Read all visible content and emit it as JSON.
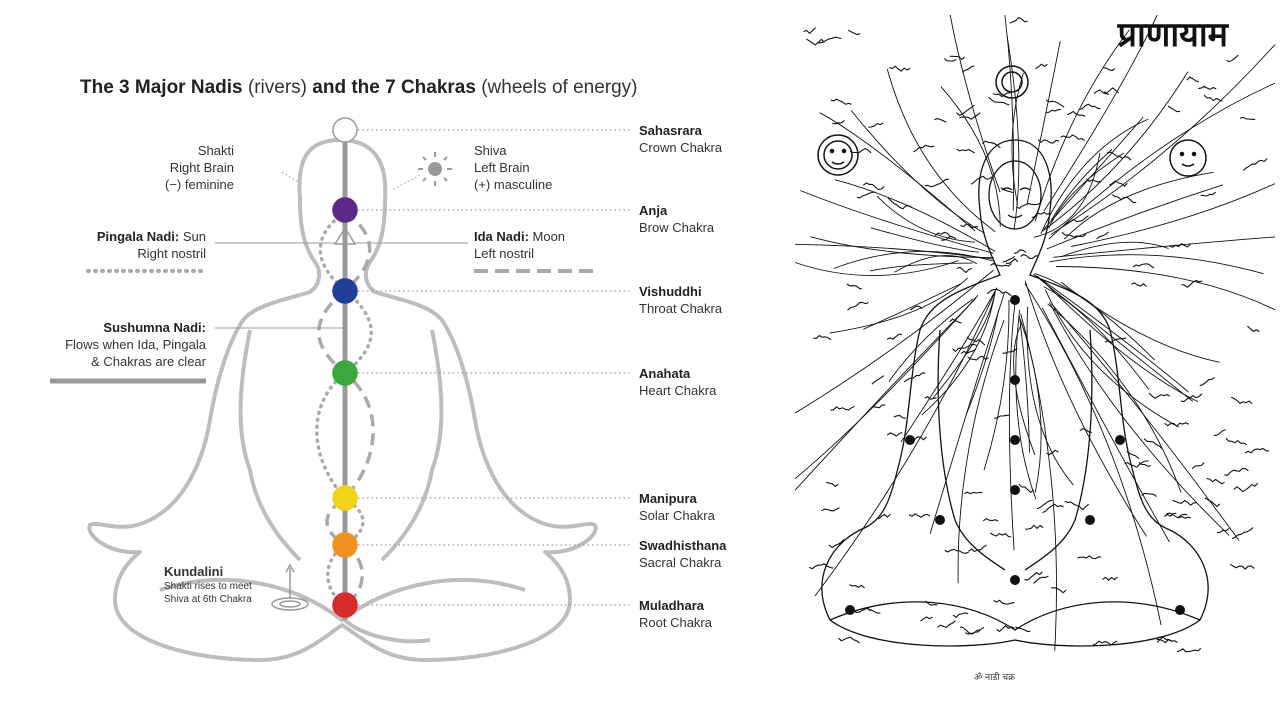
{
  "diagram": {
    "title_parts": {
      "a": "The 3 Major Nadis",
      "b": " (rivers) ",
      "c": "and the 7 Chakras",
      "d": " (wheels of energy)"
    },
    "shakti": {
      "l1": "Shakti",
      "l2": "Right Brain",
      "l3": "(−) feminine"
    },
    "shiva": {
      "l1": "Shiva",
      "l2": "Left Brain",
      "l3": "(+) masculine"
    },
    "pingala": {
      "name": "Pingala Nadi:",
      "l1": " Sun",
      "l2": "Right nostril"
    },
    "ida": {
      "name": "Ida Nadi:",
      "l1": " Moon",
      "l2": "Left nostril"
    },
    "sushumna": {
      "name": "Sushumna Nadi:",
      "l1": "Flows when Ida, Pingala",
      "l2": "& Chakras are clear"
    },
    "kundalini": {
      "name": "Kundalini",
      "l1": "Shakti rises to meet",
      "l2": "Shiva at 6th Chakra"
    },
    "chakras": [
      {
        "name": "Sahasrara",
        "sub": "Crown Chakra",
        "color": "#ffffff"
      },
      {
        "name": "Anja",
        "sub": "Brow Chakra",
        "color": "#5b2a86"
      },
      {
        "name": "Vishuddhi",
        "sub": "Throat Chakra",
        "color": "#1f3f99"
      },
      {
        "name": "Anahata",
        "sub": "Heart Chakra",
        "color": "#3aa83a"
      },
      {
        "name": "Manipura",
        "sub": "Solar Chakra",
        "color": "#f2d21b"
      },
      {
        "name": "Swadhisthana",
        "sub": "Sacral Chakra",
        "color": "#f0901e"
      },
      {
        "name": "Muladhara",
        "sub": "Root Chakra",
        "color": "#d82b2b"
      }
    ],
    "colors": {
      "outline": "#bdbdbd",
      "channel": "#999999",
      "leader": "#9a9a9a"
    },
    "icons": {
      "moon": "crescent-moon-icon",
      "sun": "sun-icon",
      "spiral": "kundalini-spiral-icon"
    }
  },
  "manuscript": {
    "heading": "प्राणायाम",
    "caption": "ॐ नाडी चक्र"
  }
}
